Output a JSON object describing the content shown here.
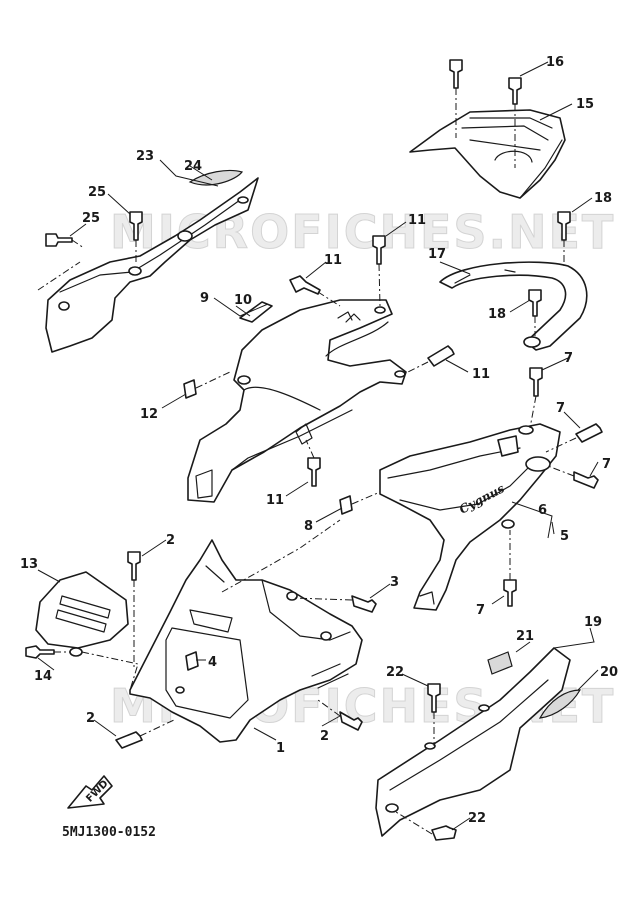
{
  "diagram": {
    "watermark": "MICROFICHES.NET",
    "part_code": "5MJ1300-0152",
    "fwd_label": "FWD",
    "brand_logo": "Cygnus",
    "callouts": {
      "c1": "1",
      "c2a": "2",
      "c2b": "2",
      "c2c": "2",
      "c3": "3",
      "c4": "4",
      "c5": "5",
      "c6": "6",
      "c7a": "7",
      "c7b": "7",
      "c7c": "7",
      "c7d": "7",
      "c8": "8",
      "c9": "9",
      "c10": "10",
      "c11a": "11",
      "c11b": "11",
      "c11c": "11",
      "c11d": "11",
      "c12": "12",
      "c13": "13",
      "c14": "14",
      "c15": "15",
      "c16": "16",
      "c17": "17",
      "c18a": "18",
      "c18b": "18",
      "c19": "19",
      "c20": "20",
      "c21": "21",
      "c22a": "22",
      "c22b": "22",
      "c23": "23",
      "c24": "24",
      "c25a": "25",
      "c25b": "25"
    }
  }
}
